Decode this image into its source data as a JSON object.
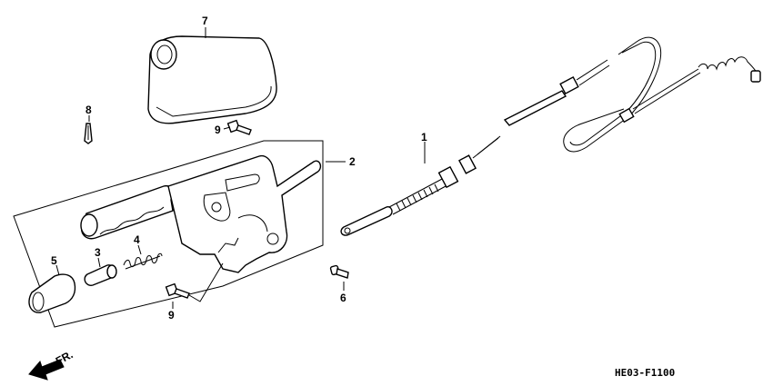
{
  "diagram": {
    "callouts": {
      "n1": "1",
      "n2": "2",
      "n3": "3",
      "n4": "4",
      "n5": "5",
      "n6": "6",
      "n7": "7",
      "n8": "8",
      "n9a": "9",
      "n9b": "9"
    },
    "diagram_code": "HE03-F1100",
    "front_label": "FR."
  }
}
